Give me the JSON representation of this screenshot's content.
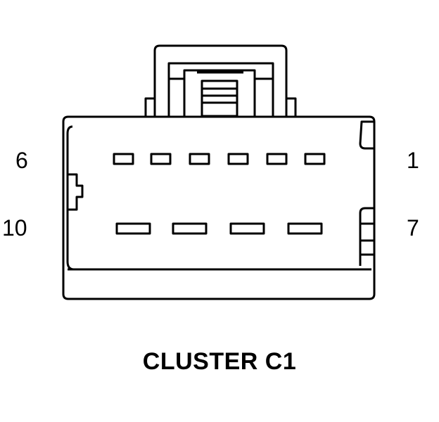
{
  "connector": {
    "name": "CLUSTER C1",
    "pin_labels": {
      "top_left": "6",
      "top_right": "1",
      "bottom_left": "10",
      "bottom_right": "7"
    }
  },
  "colors": {
    "line": "#000000",
    "background": "#ffffff"
  }
}
